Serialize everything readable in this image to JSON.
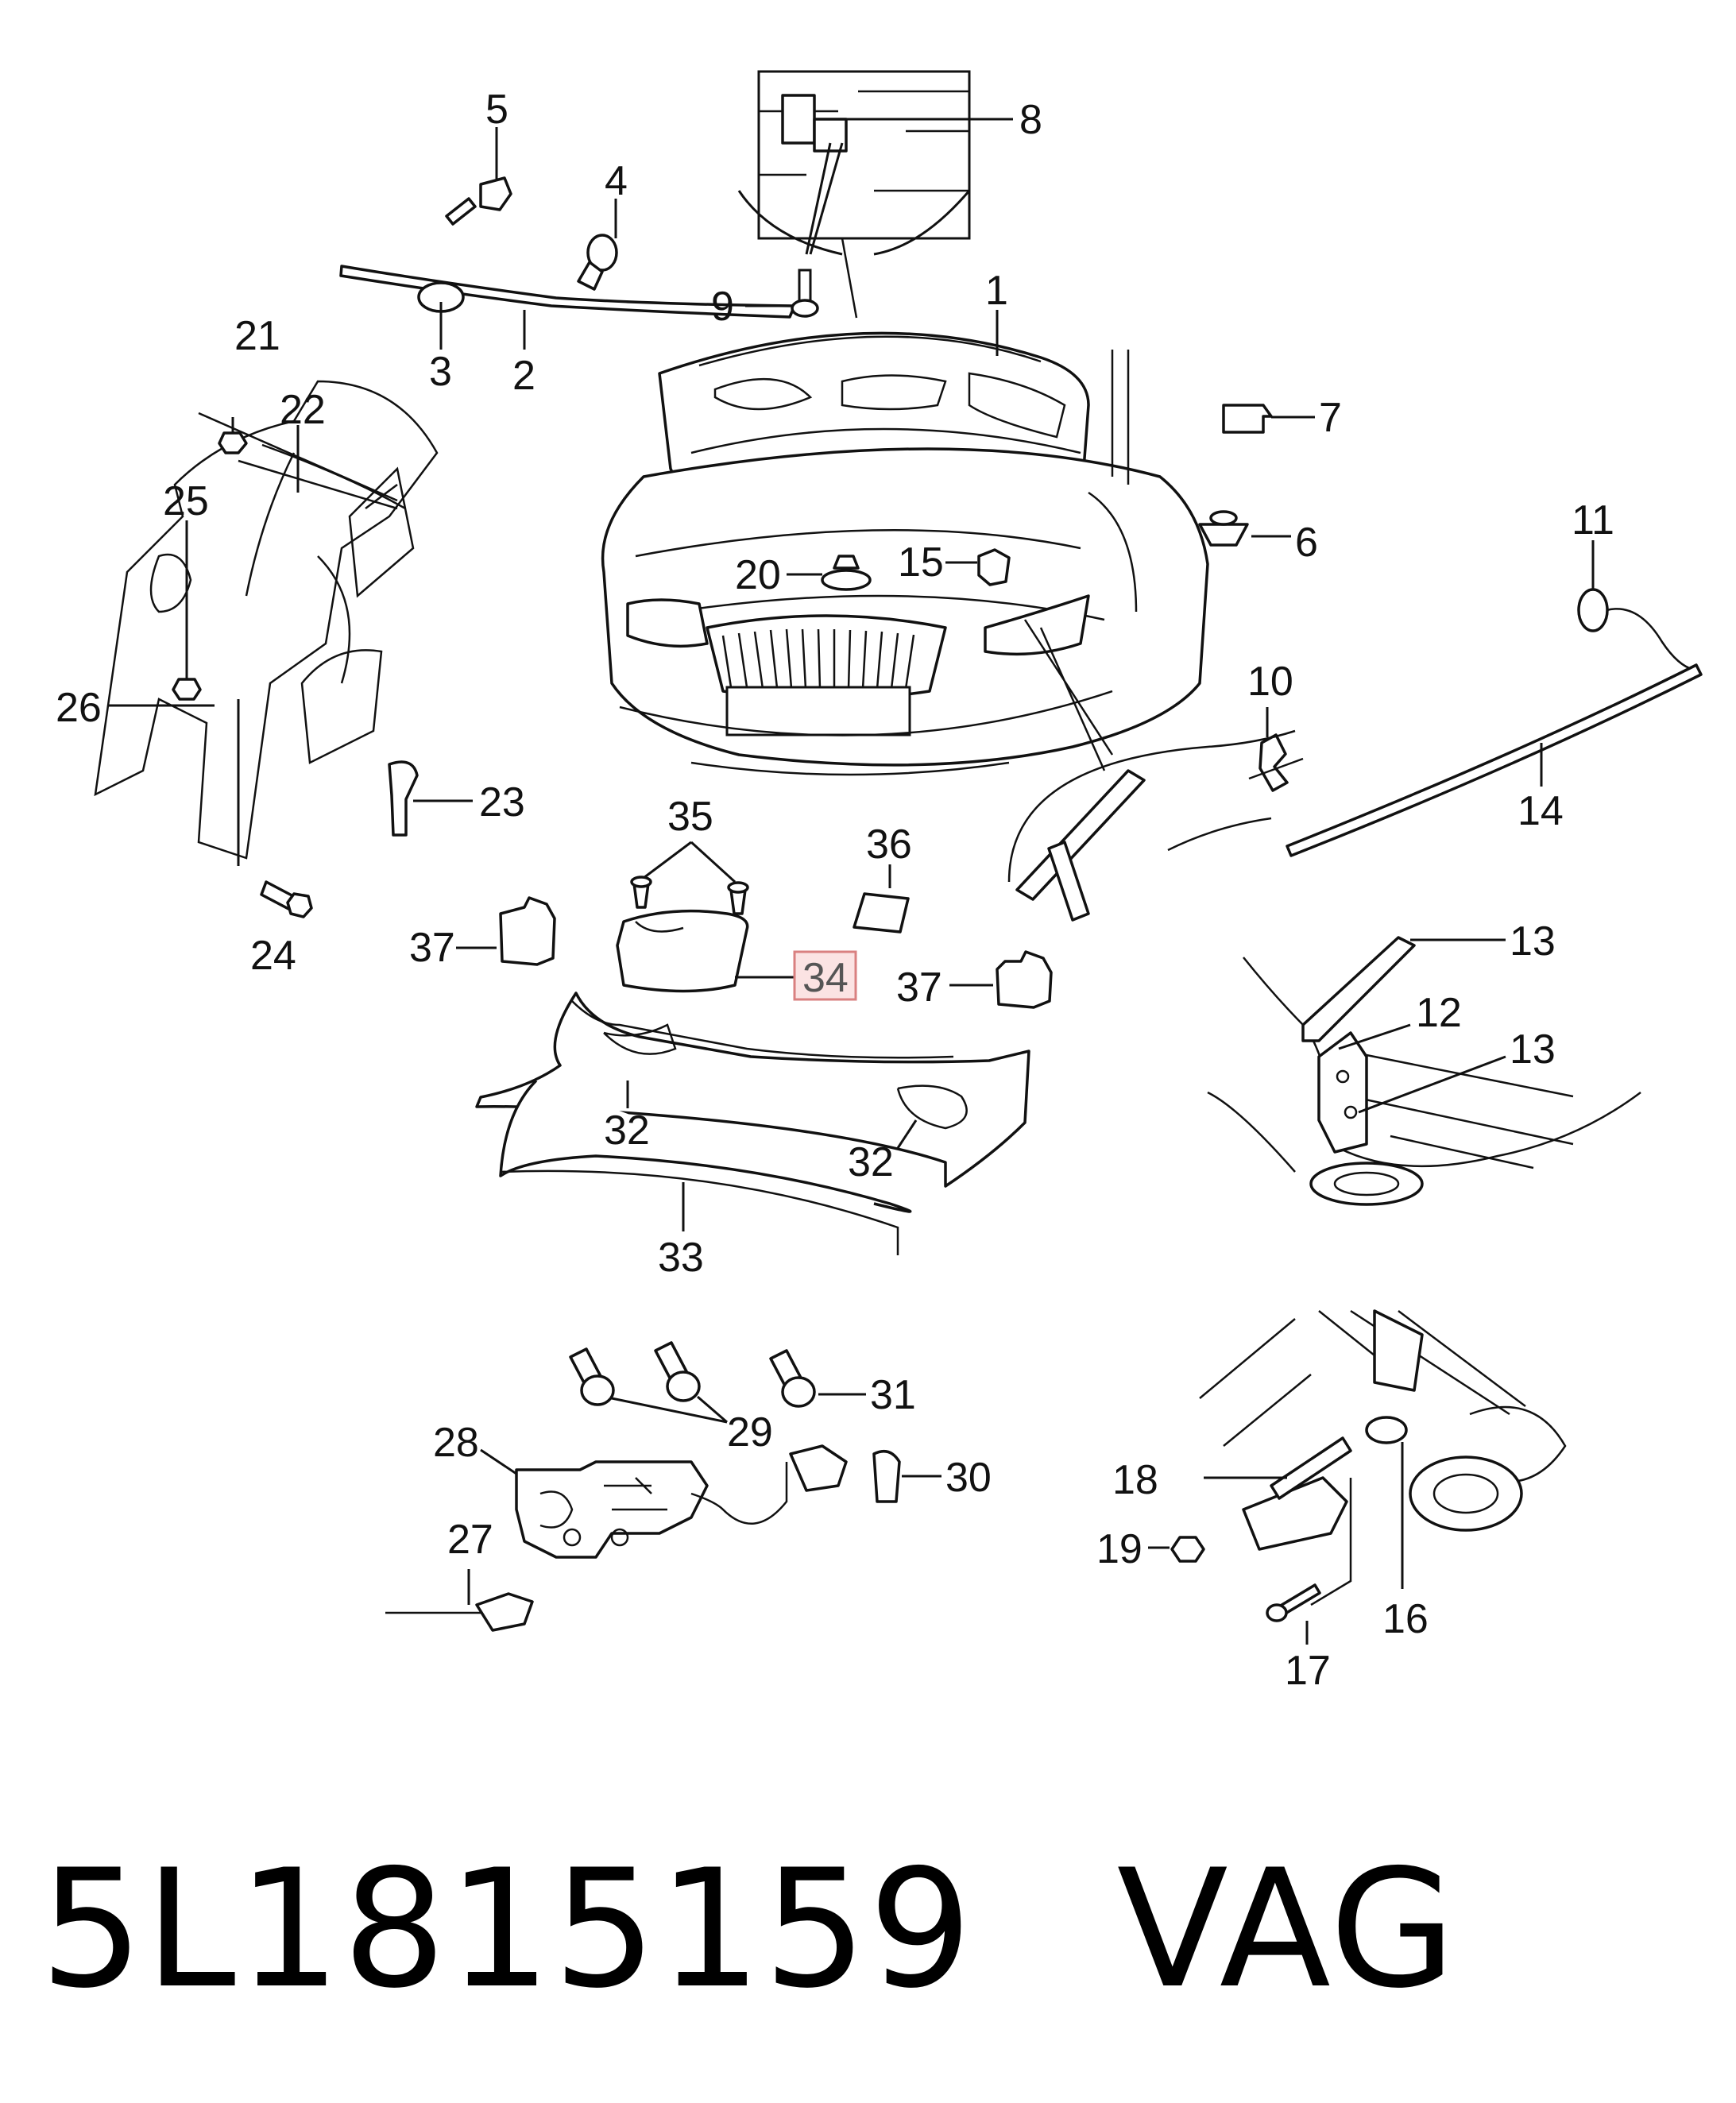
{
  "labels": {
    "l1": "1",
    "l2": "2",
    "l3": "3",
    "l4": "4",
    "l5": "5",
    "l6": "6",
    "l7": "7",
    "l8": "8",
    "l9": "9",
    "l10": "10",
    "l11": "11",
    "l12": "12",
    "l13a": "13",
    "l13b": "13",
    "l14": "14",
    "l15": "15",
    "l16": "16",
    "l17": "17",
    "l18": "18",
    "l19": "19",
    "l20": "20",
    "l21": "21",
    "l22": "22",
    "l23": "23",
    "l24": "24",
    "l25": "25",
    "l26": "26",
    "l27": "27",
    "l28": "28",
    "l29": "29",
    "l30": "30",
    "l31": "31",
    "l32a": "32",
    "l32b": "32",
    "l33": "33",
    "l34": "34",
    "l35": "35",
    "l36": "36",
    "l37a": "37",
    "l37b": "37"
  },
  "highlighted_part": "34",
  "highlight_color": "#fbe3e3",
  "footer": {
    "part_number": "5L1815159",
    "brand": "VAG"
  }
}
